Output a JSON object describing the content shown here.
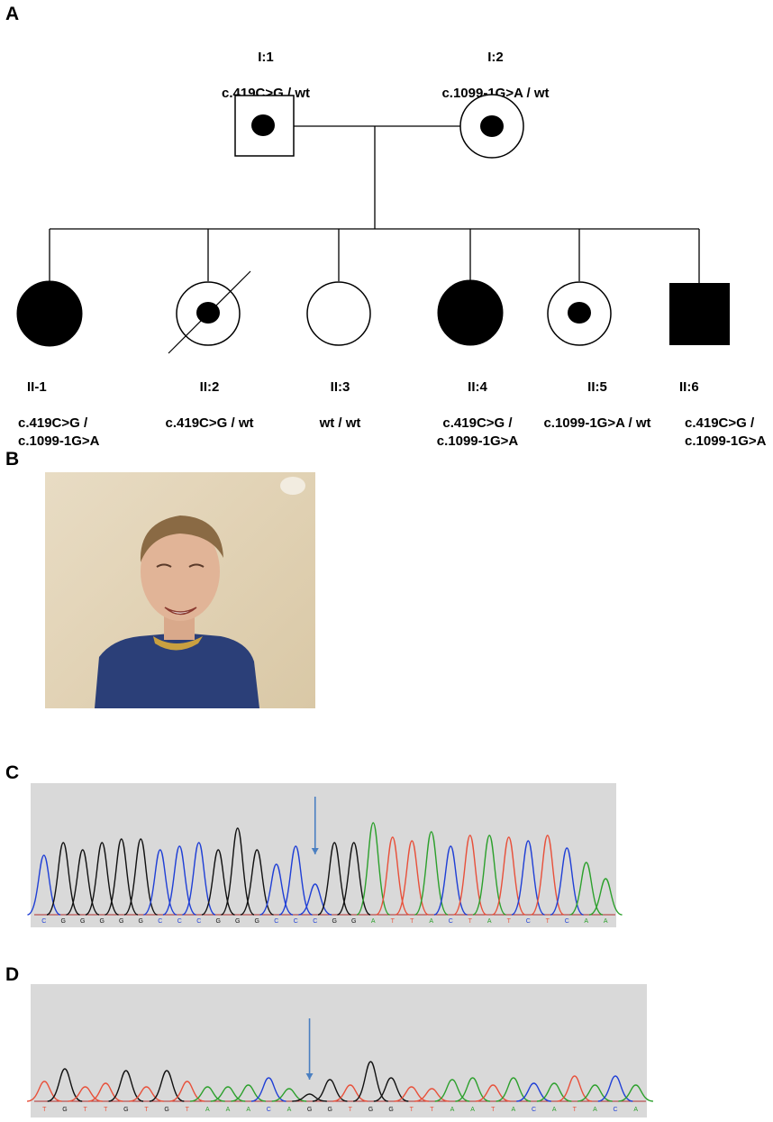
{
  "panels": {
    "a": "A",
    "b": "B",
    "c": "C",
    "d": "D"
  },
  "pedigree": {
    "gen1": [
      {
        "id": "I:1",
        "genotype": "c.419C>G / wt",
        "sex": "male",
        "carrier": true
      },
      {
        "id": "I:2",
        "genotype": "c.1099-1G>A / wt",
        "sex": "female",
        "carrier": true
      }
    ],
    "gen2": [
      {
        "id": "II-1",
        "genotype": "c.419C>G /\nc.1099-1G>A",
        "sex": "female",
        "affected": true
      },
      {
        "id": "II:2",
        "genotype": "c.419C>G / wt",
        "sex": "female",
        "carrier": true,
        "deceased": true
      },
      {
        "id": "II:3",
        "genotype": "wt / wt",
        "sex": "female"
      },
      {
        "id": "II:4",
        "genotype": "c.419C>G /\nc.1099-1G>A",
        "sex": "female",
        "affected": true
      },
      {
        "id": "II:5",
        "genotype": "c.1099-1G>A / wt",
        "sex": "female",
        "carrier": true
      },
      {
        "id": "II:6",
        "genotype": "c.419C>G /\nc.1099-1G>A",
        "sex": "male",
        "affected": true
      }
    ]
  },
  "chromatograms": {
    "c": {
      "sequence": [
        "C",
        "G",
        "G",
        "G",
        "G",
        "G",
        "C",
        "C",
        "C",
        "G",
        "G",
        "G",
        "C",
        "C",
        "C",
        "G",
        "G",
        "A",
        "T",
        "T",
        "A",
        "C",
        "T",
        "A",
        "T",
        "C",
        "T",
        "C",
        "A",
        "A"
      ]
    },
    "d": {
      "sequence": [
        "T",
        "G",
        "T",
        "T",
        "G",
        "T",
        "G",
        "T",
        "A",
        "A",
        "A",
        "C",
        "A",
        "G",
        "G",
        "T",
        "G",
        "G",
        "T",
        "T",
        "A",
        "A",
        "T",
        "A",
        "C",
        "A",
        "T",
        "A",
        "C",
        "A"
      ]
    }
  },
  "colors": {
    "A": "#2ca02c",
    "C": "#1f3fd6",
    "G": "#111111",
    "T": "#e8503a",
    "arrow": "#4a7fc1",
    "chrom_bg": "#d9d9d9"
  }
}
